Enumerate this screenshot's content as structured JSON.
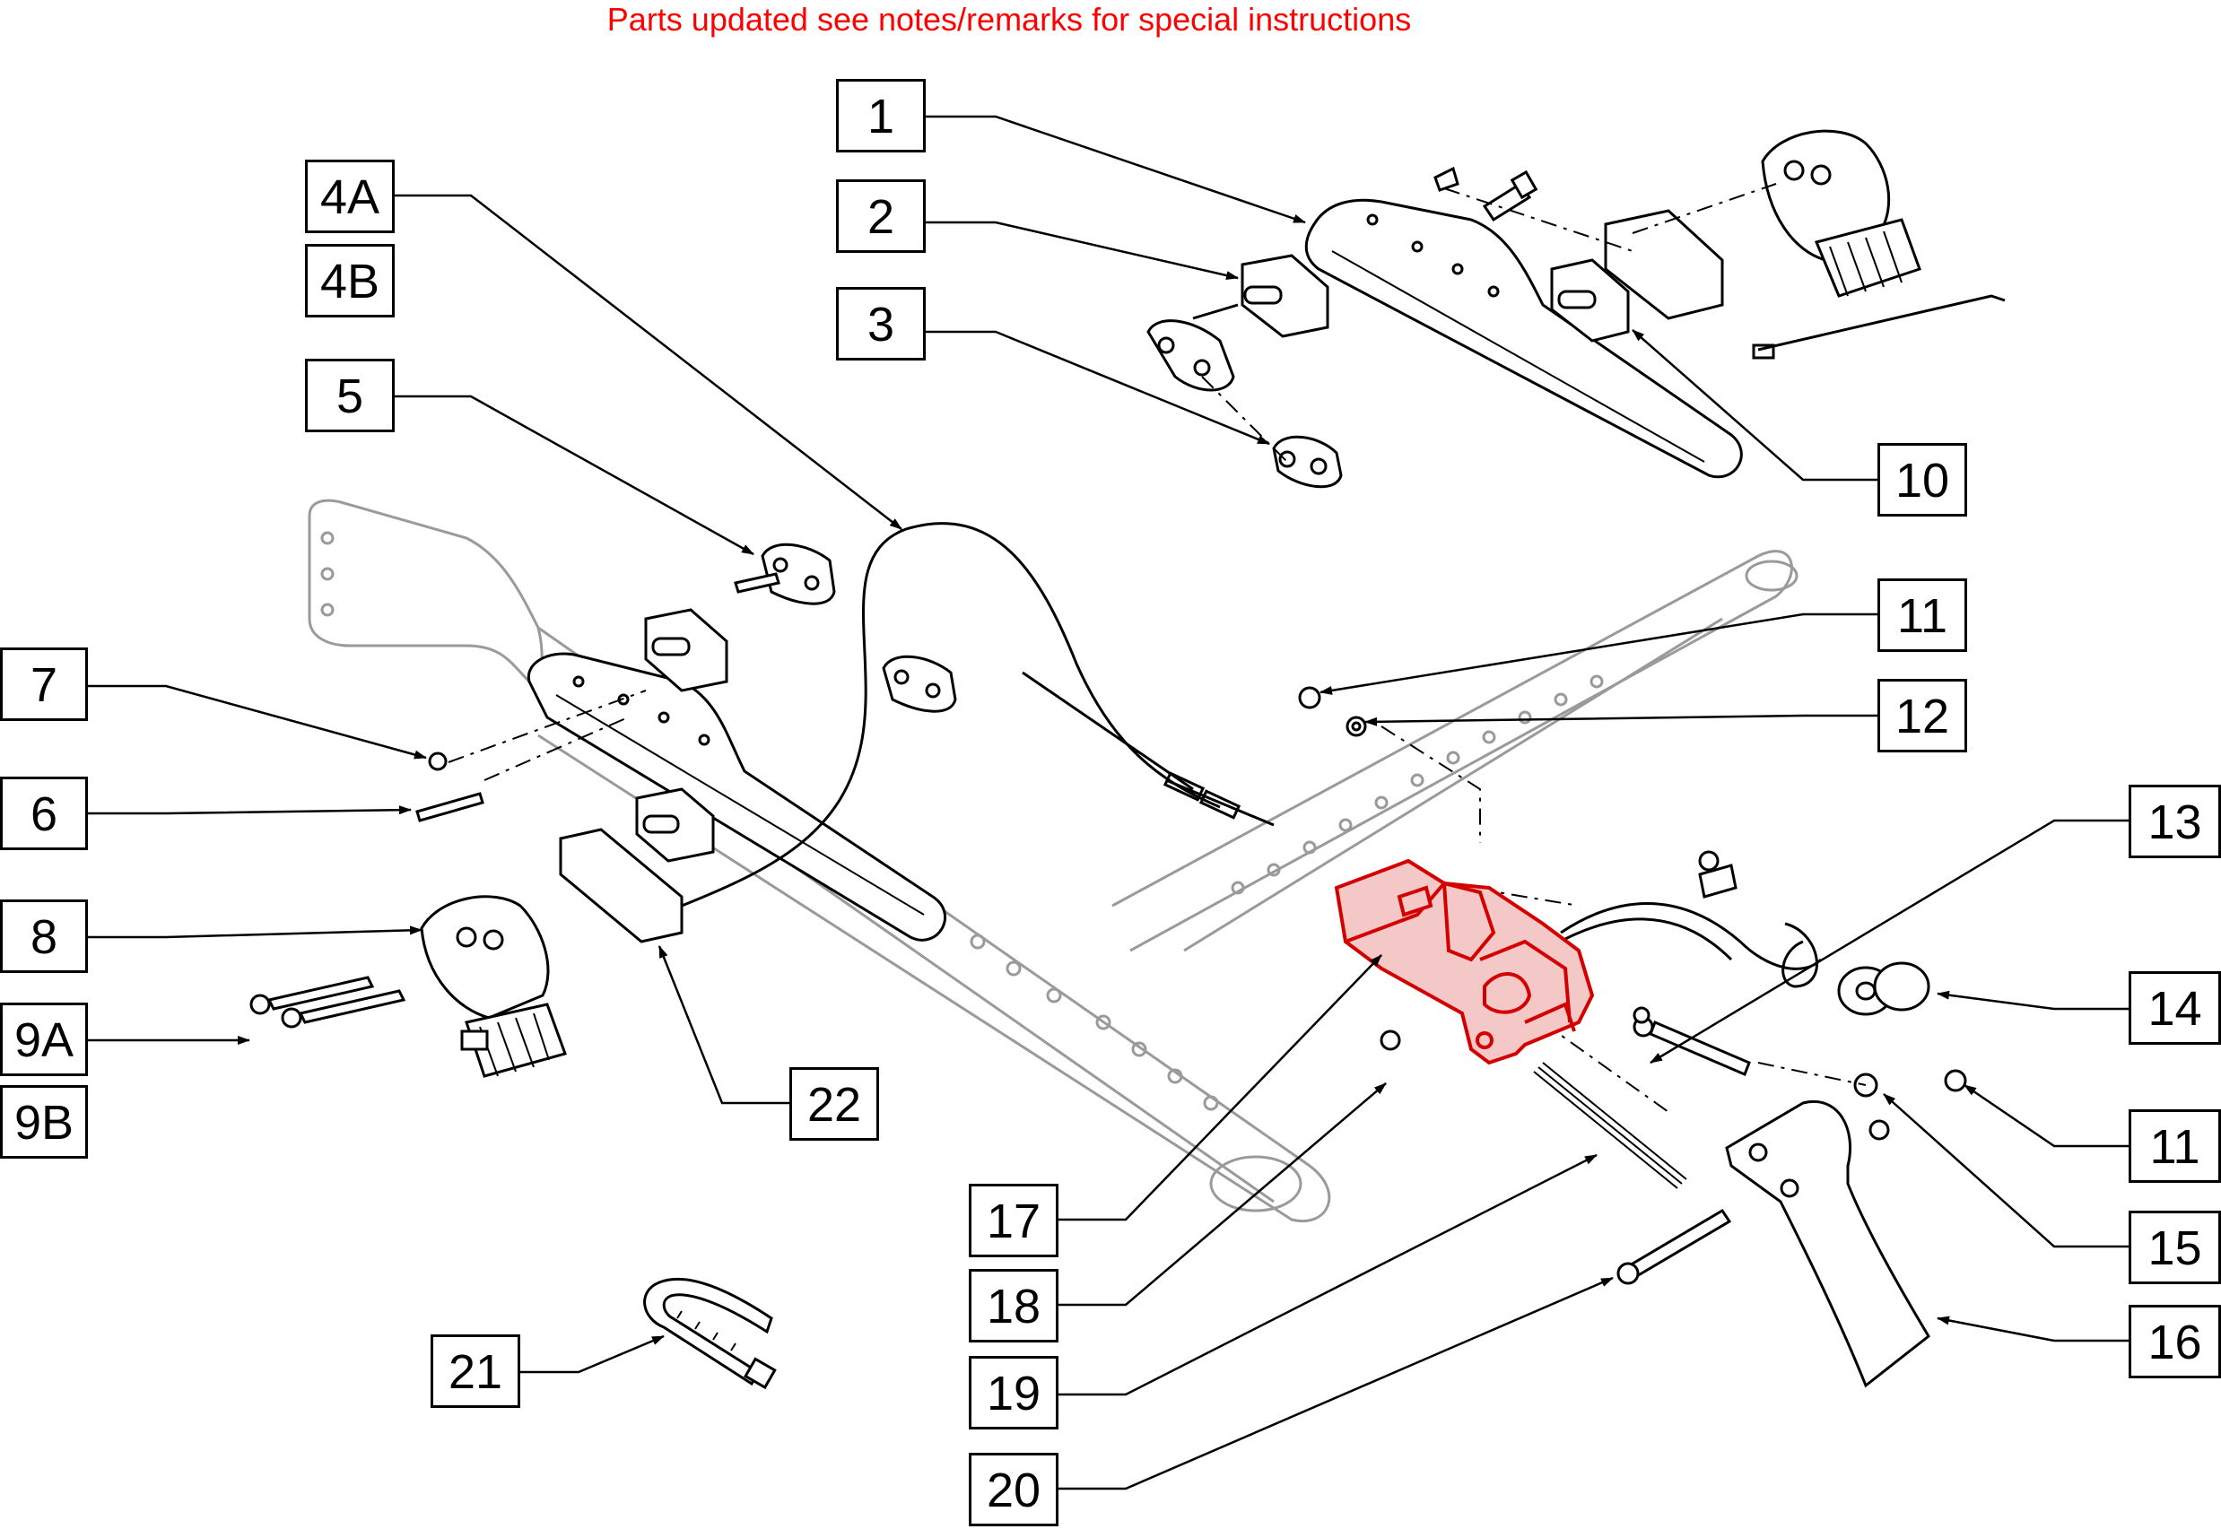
{
  "notice": {
    "text": "Parts updated see notes/remarks for special instructions",
    "color": "#ff0000"
  },
  "colors": {
    "highlight": "#d40000",
    "highlight_fill": "#f5c8c8",
    "line": "#000000",
    "ghost": "#9a9a9a"
  },
  "callouts": [
    {
      "id": "1",
      "label": "1"
    },
    {
      "id": "2",
      "label": "2"
    },
    {
      "id": "3",
      "label": "3"
    },
    {
      "id": "4A",
      "label": "4A"
    },
    {
      "id": "4B",
      "label": "4B"
    },
    {
      "id": "5",
      "label": "5"
    },
    {
      "id": "6",
      "label": "6"
    },
    {
      "id": "7",
      "label": "7"
    },
    {
      "id": "8",
      "label": "8"
    },
    {
      "id": "9A",
      "label": "9A"
    },
    {
      "id": "9B",
      "label": "9B"
    },
    {
      "id": "10",
      "label": "10"
    },
    {
      "id": "11a",
      "label": "11"
    },
    {
      "id": "11b",
      "label": "11"
    },
    {
      "id": "12",
      "label": "12"
    },
    {
      "id": "13",
      "label": "13"
    },
    {
      "id": "14",
      "label": "14"
    },
    {
      "id": "15",
      "label": "15"
    },
    {
      "id": "16",
      "label": "16"
    },
    {
      "id": "17",
      "label": "17"
    },
    {
      "id": "18",
      "label": "18"
    },
    {
      "id": "19",
      "label": "19"
    },
    {
      "id": "20",
      "label": "20"
    },
    {
      "id": "21",
      "label": "21"
    },
    {
      "id": "22",
      "label": "22"
    }
  ]
}
